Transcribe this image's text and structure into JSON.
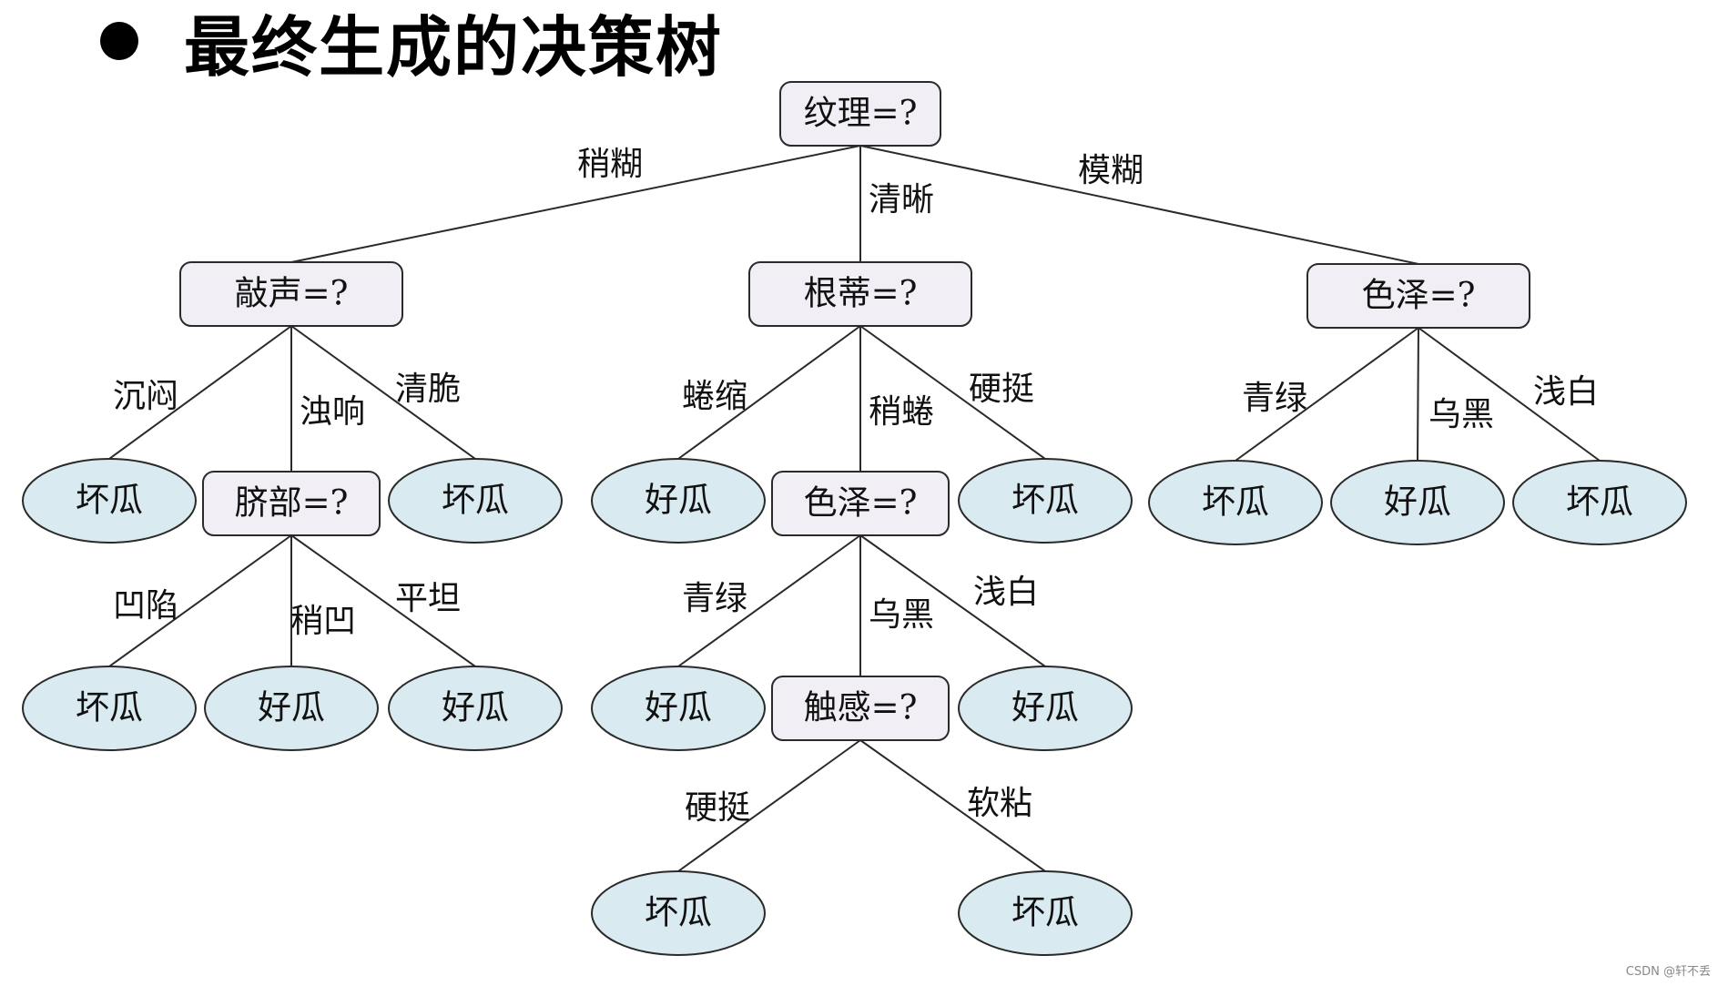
{
  "title": "最终生成的决策树",
  "watermark": "CSDN @轩不丢",
  "colors": {
    "leaf_fill": "#d9ebf0",
    "decision_fill": "#f1eff5",
    "stroke": "#2a2a2a"
  },
  "tree": {
    "nodes": [
      {
        "id": "n-root",
        "type": "decision",
        "label": "纹理=?"
      },
      {
        "id": "n-qiaosheng",
        "type": "decision",
        "label": "敲声=?"
      },
      {
        "id": "n-gendi",
        "type": "decision",
        "label": "根蒂=?"
      },
      {
        "id": "n-seze1",
        "type": "decision",
        "label": "色泽=?"
      },
      {
        "id": "n-l1",
        "type": "leaf",
        "label": "坏瓜"
      },
      {
        "id": "n-qibu",
        "type": "decision",
        "label": "脐部=?"
      },
      {
        "id": "n-l2",
        "type": "leaf",
        "label": "坏瓜"
      },
      {
        "id": "n-l3",
        "type": "leaf",
        "label": "好瓜"
      },
      {
        "id": "n-seze2",
        "type": "decision",
        "label": "色泽=?"
      },
      {
        "id": "n-l4",
        "type": "leaf",
        "label": "坏瓜"
      },
      {
        "id": "n-l5",
        "type": "leaf",
        "label": "坏瓜"
      },
      {
        "id": "n-l6",
        "type": "leaf",
        "label": "好瓜"
      },
      {
        "id": "n-l7",
        "type": "leaf",
        "label": "坏瓜"
      },
      {
        "id": "n-l8",
        "type": "leaf",
        "label": "坏瓜"
      },
      {
        "id": "n-l9",
        "type": "leaf",
        "label": "好瓜"
      },
      {
        "id": "n-l10",
        "type": "leaf",
        "label": "好瓜"
      },
      {
        "id": "n-l11",
        "type": "leaf",
        "label": "好瓜"
      },
      {
        "id": "n-chugan",
        "type": "decision",
        "label": "触感=?"
      },
      {
        "id": "n-l12",
        "type": "leaf",
        "label": "好瓜"
      },
      {
        "id": "n-l13",
        "type": "leaf",
        "label": "坏瓜"
      },
      {
        "id": "n-l14",
        "type": "leaf",
        "label": "坏瓜"
      }
    ],
    "edges": [
      {
        "from": "n-root",
        "to": "n-qiaosheng",
        "label": "稍糊"
      },
      {
        "from": "n-root",
        "to": "n-gendi",
        "label": "清晰"
      },
      {
        "from": "n-root",
        "to": "n-seze1",
        "label": "模糊"
      },
      {
        "from": "n-qiaosheng",
        "to": "n-l1",
        "label": "沉闷"
      },
      {
        "from": "n-qiaosheng",
        "to": "n-qibu",
        "label": "浊响"
      },
      {
        "from": "n-qiaosheng",
        "to": "n-l2",
        "label": "清脆"
      },
      {
        "from": "n-gendi",
        "to": "n-l3",
        "label": "蜷缩"
      },
      {
        "from": "n-gendi",
        "to": "n-seze2",
        "label": "稍蜷"
      },
      {
        "from": "n-gendi",
        "to": "n-l4",
        "label": "硬挺"
      },
      {
        "from": "n-seze1",
        "to": "n-l5",
        "label": "青绿"
      },
      {
        "from": "n-seze1",
        "to": "n-l6",
        "label": "乌黑"
      },
      {
        "from": "n-seze1",
        "to": "n-l7",
        "label": "浅白"
      },
      {
        "from": "n-qibu",
        "to": "n-l8",
        "label": "凹陷"
      },
      {
        "from": "n-qibu",
        "to": "n-l9",
        "label": "稍凹"
      },
      {
        "from": "n-qibu",
        "to": "n-l10",
        "label": "平坦"
      },
      {
        "from": "n-seze2",
        "to": "n-l11",
        "label": "青绿"
      },
      {
        "from": "n-seze2",
        "to": "n-chugan",
        "label": "乌黑"
      },
      {
        "from": "n-seze2",
        "to": "n-l12",
        "label": "浅白"
      },
      {
        "from": "n-chugan",
        "to": "n-l13",
        "label": "硬挺"
      },
      {
        "from": "n-chugan",
        "to": "n-l14",
        "label": "软粘"
      }
    ]
  }
}
